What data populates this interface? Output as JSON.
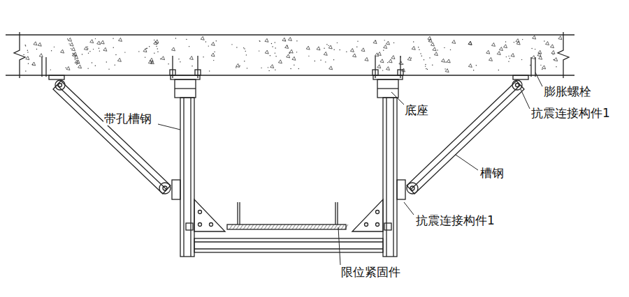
{
  "diagram": {
    "labels": [
      "带孔槽钢",
      "底座",
      "膨胀螺栓",
      "抗震连接构件1",
      "槽钢",
      "抗震连接构件1",
      "限位紧固件"
    ]
  }
}
